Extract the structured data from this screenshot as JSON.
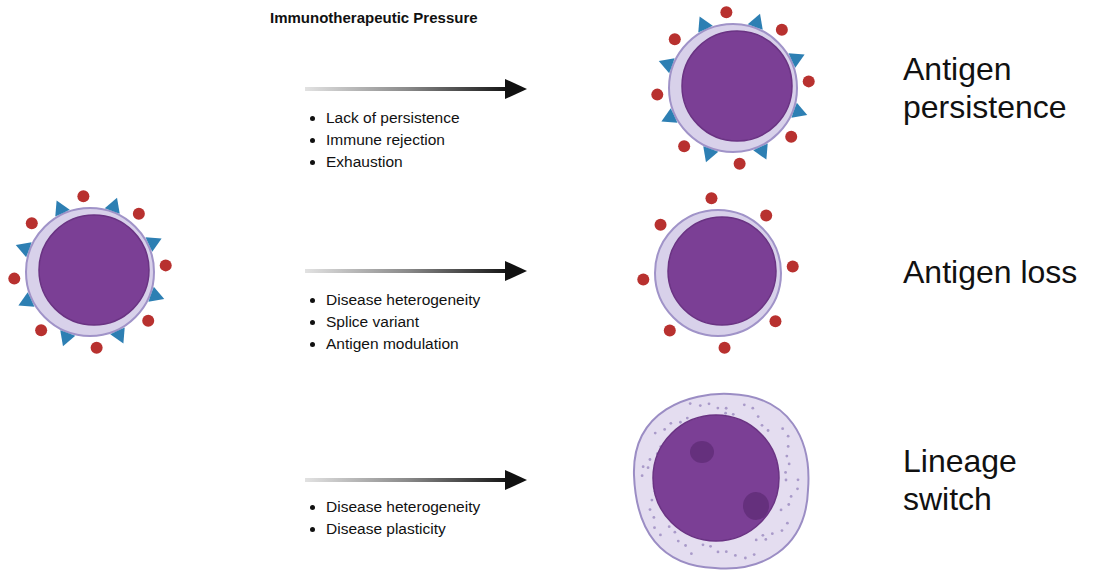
{
  "diagram": {
    "title": "Immunotherapeutic Pressure",
    "labels": [
      "Lack of persistence",
      "Immune rejection",
      "Exhaustion",
      "Disease heterogeneity",
      "Splice variant",
      "Antigen modulation",
      "Disease heterogeneity",
      "Disease plasticity",
      "Antigen persistence",
      "Antigen loss",
      "Lineage switch"
    ]
  }
}
